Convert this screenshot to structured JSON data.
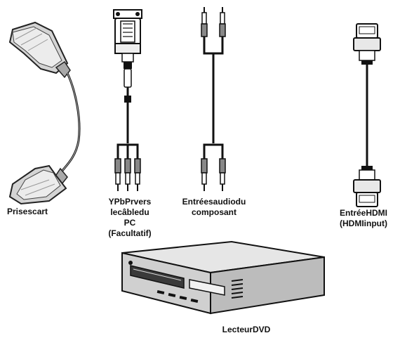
{
  "labels": {
    "scart": [
      "Prisescart"
    ],
    "ypbpr": [
      "YPbPrvers",
      "lecâbledu",
      "PC",
      "(Facultatif)"
    ],
    "audio": [
      "Entréesaudiodu",
      "composant"
    ],
    "hdmi": [
      "EntréeHDMI",
      "(HDMIinput)"
    ],
    "dvd": [
      "LecteurDVD"
    ]
  },
  "colors": {
    "ink": "#111111",
    "metal": "#c9c9c9",
    "metal_dark": "#8a8a8a",
    "body": "#d8d8d8",
    "panel": "#3a3a3a"
  }
}
